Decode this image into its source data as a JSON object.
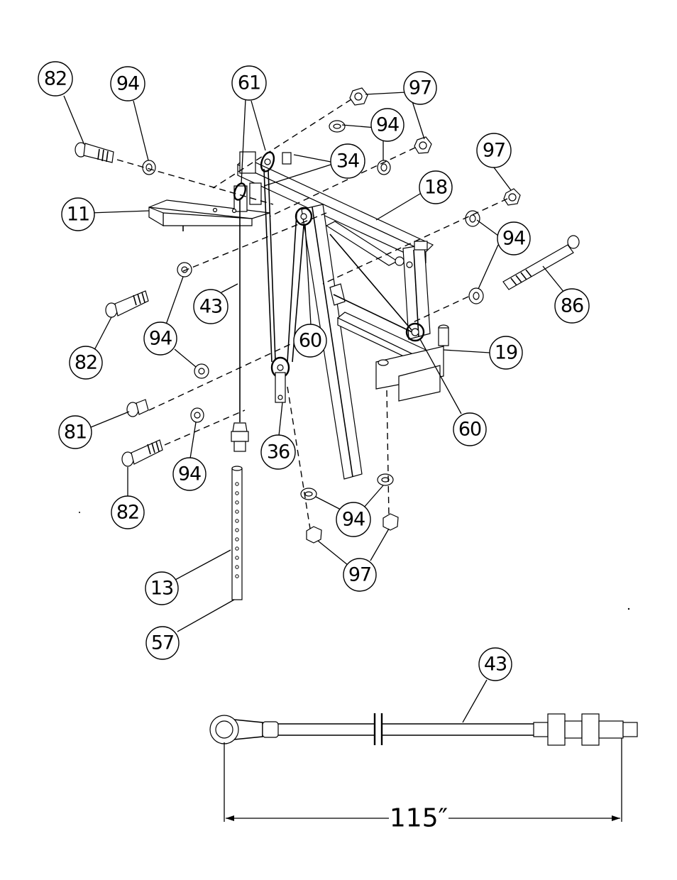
{
  "labels": {
    "p82_top": "82",
    "p94_top": "94",
    "p61": "61",
    "p97_top": "97",
    "p94_mid": "94",
    "p34": "34",
    "p97_right": "97",
    "p18": "18",
    "p11": "11",
    "p94_right": "94",
    "p86": "86",
    "p43_main": "43",
    "p82_left": "82",
    "p94_left": "94",
    "p60_center": "60",
    "p19": "19",
    "p81": "81",
    "p36": "36",
    "p60_right": "60",
    "p94_lower": "94",
    "p82_lower": "82",
    "p94_bottom": "94",
    "p97_bottom": "97",
    "p13": "13",
    "p57": "57",
    "p43_detail": "43"
  },
  "dimension": {
    "cable_length": "115″"
  }
}
